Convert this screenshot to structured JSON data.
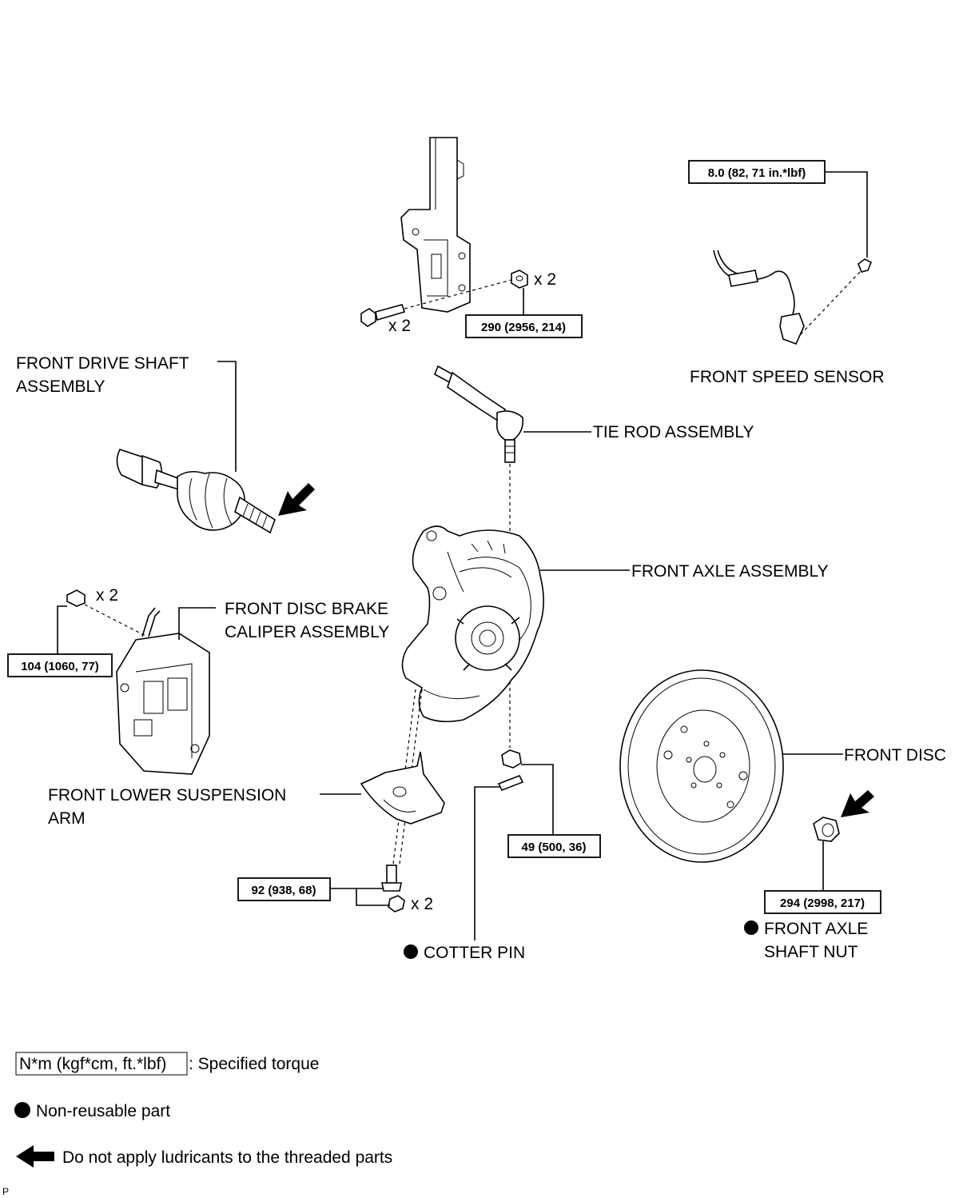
{
  "labels": {
    "front_drive_shaft_1": "FRONT DRIVE SHAFT",
    "front_drive_shaft_2": "ASSEMBLY",
    "tie_rod": "TIE ROD ASSEMBLY",
    "front_speed_sensor": "FRONT SPEED SENSOR",
    "front_axle_assembly": "FRONT AXLE ASSEMBLY",
    "brake_caliper_1": "FRONT DISC BRAKE",
    "brake_caliper_2": "CALIPER ASSEMBLY",
    "front_disc": "FRONT DISC",
    "lower_arm_1": "FRONT LOWER SUSPENSION",
    "lower_arm_2": "ARM",
    "cotter_pin": "COTTER PIN",
    "axle_nut_1": "FRONT AXLE",
    "axle_nut_2": "SHAFT NUT"
  },
  "torques": {
    "speed_sensor": "8.0 (82, 71 in.*lbf)",
    "strut_bolt": "290 (2956, 214)",
    "caliper_bolt": "104 (1060, 77)",
    "tie_rod_nut": "49 (500, 36)",
    "lower_arm": "92 (938, 68)",
    "axle_nut": "294 (2998, 217)"
  },
  "quantities": {
    "strut_nut": "x 2",
    "strut_bolt": "x 2",
    "caliper_bolt": "x 2",
    "lower_arm_nut": "x 2"
  },
  "legend": {
    "torque_box": "N*m (kgf*cm, ft.*lbf)",
    "torque_text": ": Specified torque",
    "non_reusable": "Non-reusable part",
    "no_lubricant": "Do not apply ludricants to the threaded parts"
  },
  "corner_mark": "P"
}
